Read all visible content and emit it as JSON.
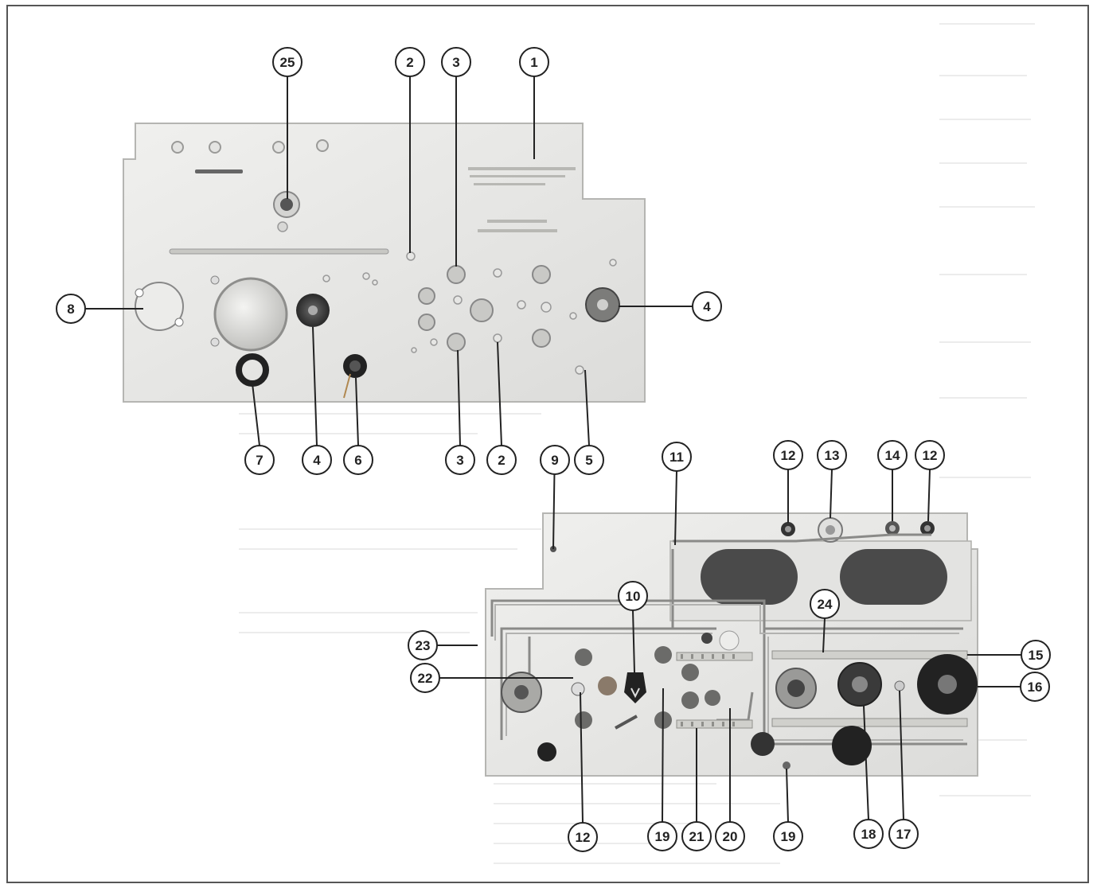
{
  "figure": {
    "callouts": [
      {
        "id": "c25",
        "label": "25"
      },
      {
        "id": "c2a",
        "label": "2"
      },
      {
        "id": "c3a",
        "label": "3"
      },
      {
        "id": "c1",
        "label": "1"
      },
      {
        "id": "c8",
        "label": "8"
      },
      {
        "id": "c4a",
        "label": "4"
      },
      {
        "id": "c7",
        "label": "7"
      },
      {
        "id": "c4b",
        "label": "4"
      },
      {
        "id": "c6",
        "label": "6"
      },
      {
        "id": "c3b",
        "label": "3"
      },
      {
        "id": "c2b",
        "label": "2"
      },
      {
        "id": "c9",
        "label": "9"
      },
      {
        "id": "c5",
        "label": "5"
      },
      {
        "id": "c11",
        "label": "11"
      },
      {
        "id": "c12a",
        "label": "12"
      },
      {
        "id": "c13",
        "label": "13"
      },
      {
        "id": "c14",
        "label": "14"
      },
      {
        "id": "c12b",
        "label": "12"
      },
      {
        "id": "c10",
        "label": "10"
      },
      {
        "id": "c24",
        "label": "24"
      },
      {
        "id": "c23",
        "label": "23"
      },
      {
        "id": "c15",
        "label": "15"
      },
      {
        "id": "c22",
        "label": "22"
      },
      {
        "id": "c16",
        "label": "16"
      },
      {
        "id": "c12c",
        "label": "12"
      },
      {
        "id": "c19a",
        "label": "19"
      },
      {
        "id": "c21",
        "label": "21"
      },
      {
        "id": "c20",
        "label": "20"
      },
      {
        "id": "c19b",
        "label": "19"
      },
      {
        "id": "c18",
        "label": "18"
      },
      {
        "id": "c17",
        "label": "17"
      }
    ]
  }
}
